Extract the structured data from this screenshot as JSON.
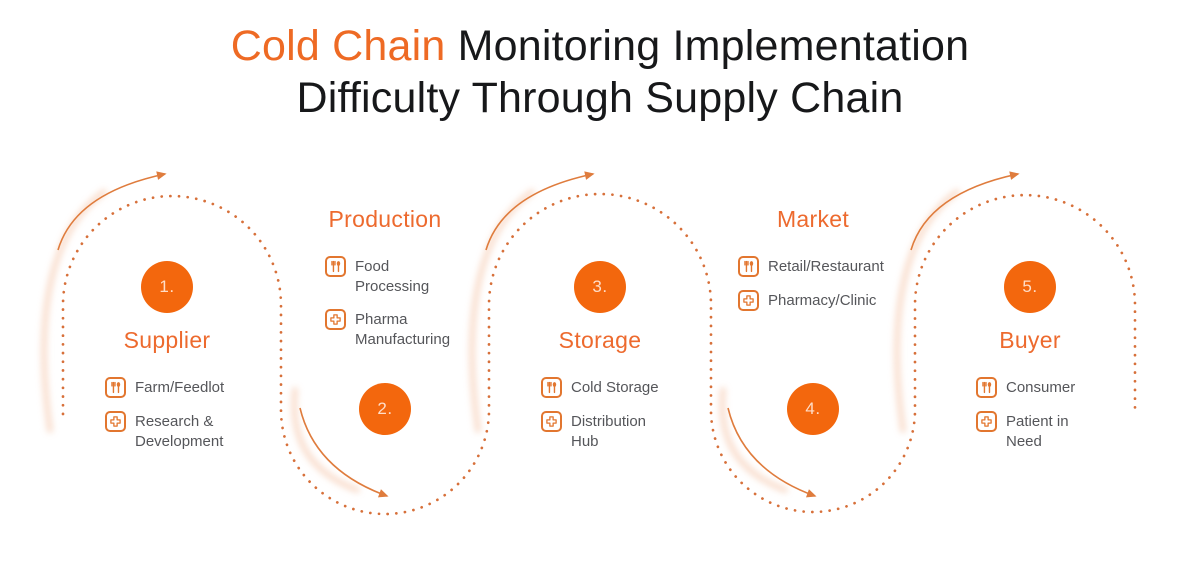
{
  "title": {
    "accent": "Cold Chain",
    "line1_rest": " Monitoring Implementation",
    "line2": "Difficulty Through Supply Chain"
  },
  "stages": [
    {
      "number": "1.",
      "name": "Supplier",
      "position": "top",
      "items": [
        {
          "icon": "restaurant-icon",
          "label": "Farm/Feedlot"
        },
        {
          "icon": "medical-cross-icon",
          "label": "Research & Development"
        }
      ]
    },
    {
      "number": "2.",
      "name": "Production",
      "position": "bottom",
      "items": [
        {
          "icon": "restaurant-icon",
          "label": "Food Processing"
        },
        {
          "icon": "medical-cross-icon",
          "label": "Pharma Manufacturing"
        }
      ]
    },
    {
      "number": "3.",
      "name": "Storage",
      "position": "top",
      "items": [
        {
          "icon": "restaurant-icon",
          "label": "Cold Storage"
        },
        {
          "icon": "medical-cross-icon",
          "label": "Distribution Hub"
        }
      ]
    },
    {
      "number": "4.",
      "name": "Market",
      "position": "bottom",
      "items": [
        {
          "icon": "restaurant-icon",
          "label": "Retail/Restaurant"
        },
        {
          "icon": "medical-cross-icon",
          "label": "Pharmacy/Clinic"
        }
      ]
    },
    {
      "number": "5.",
      "name": "Buyer",
      "position": "top",
      "items": [
        {
          "icon": "restaurant-icon",
          "label": "Consumer"
        },
        {
          "icon": "medical-cross-icon",
          "label": "Patient in Need"
        }
      ]
    }
  ],
  "colors": {
    "accent_orange": "#ee6a24",
    "circle_orange": "#f3670d",
    "dotted_path": "#d7703a",
    "arrow": "#df7c3d",
    "icon_border": "#e2762f",
    "item_text": "#55565a",
    "title_text": "#17181a"
  }
}
